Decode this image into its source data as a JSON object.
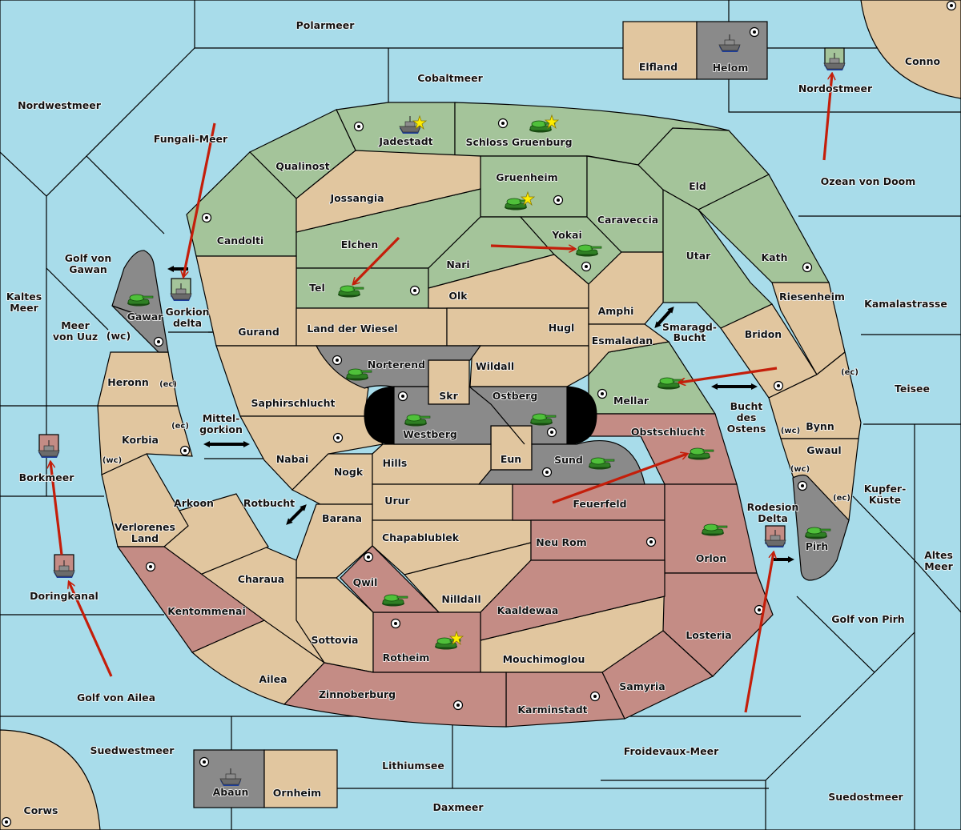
{
  "game": "Diplomacy-style map (Gorkion)",
  "colors": {
    "sea": "#a8dcea",
    "neutral": "#e1c69f",
    "green_power": "#a4c49a",
    "red_power": "#c48c85",
    "grey_power": "#8a8a8a",
    "order_arrow": "#c41e0a",
    "supply_center_star": "#ffee00"
  },
  "sea_regions": [
    "Polarmeer",
    "Cobaltmeer",
    "Nordwestmeer",
    "Fungali-Meer",
    "Nordostmeer",
    "Ozean von Doom",
    "Golf von Gawan",
    "Kaltes Meer",
    "Meer von Uuz",
    "Gorkion delta",
    "Mittel-gorkion",
    "Rotbucht",
    "Borkmeer",
    "Doringkanal",
    "Golf von Ailea",
    "Suedwestmeer",
    "Lithiumsee",
    "Daxmeer",
    "Froidevaux-Meer",
    "Suedostmeer",
    "Golf von Pirh",
    "Altes Meer",
    "Kupfer-Küste",
    "Teisee",
    "Kamalastrasse",
    "Smaragd-Bucht",
    "Bucht des Ostens",
    "Rodesion Delta"
  ],
  "land_regions": {
    "green": [
      "Jadestadt",
      "Schloss Gruenburg",
      "Gruenheim",
      "Qualinost",
      "Candolti",
      "Elchen",
      "Tel",
      "Nari",
      "Yokai",
      "Caraveccia",
      "Eld",
      "Utar",
      "Kath",
      "Mellar"
    ],
    "red": [
      "Obstschlucht",
      "Feuerfeld",
      "Neu Rom",
      "Orlon",
      "Losteria",
      "Samyria",
      "Karminstadt",
      "Kaaldewaa",
      "Rotheim",
      "Qwil",
      "Zinnoberburg",
      "Kentommenai"
    ],
    "grey": [
      "Gawar",
      "Norterend",
      "Westberg",
      "Ostberg",
      "Sund",
      "Pirh",
      "Helom",
      "Abaun"
    ],
    "neutral": [
      "Elfland",
      "Conno",
      "Corws",
      "Ornheim",
      "Jossangia",
      "Gurand",
      "Land der Wiesel",
      "Olk",
      "Hugl",
      "Amphi",
      "Esmaladan",
      "Riesenheim",
      "Bridon",
      "Bynn",
      "Gwaul",
      "Wildall",
      "Skr",
      "Eun",
      "Saphirschlucht",
      "Nabai",
      "Nogk",
      "Hills",
      "Urur",
      "Barana",
      "Chapablublek",
      "Nilldall",
      "Mouchimoglou",
      "Sottovia",
      "Charaua",
      "Ailea",
      "Arkoon",
      "Verlorenes Land",
      "Korbia",
      "Heronn"
    ]
  },
  "coast_labels": {
    "wc": "(wc)",
    "ec": "(ec)"
  },
  "labels": {
    "polarmeer": "Polarmeer",
    "cobaltmeer": "Cobaltmeer",
    "nordwestmeer": "Nordwestmeer",
    "fungali": "Fungali-Meer",
    "nordostmeer": "Nordostmeer",
    "ozean": "Ozean von Doom",
    "elfland": "Elfland",
    "helom": "Helom",
    "conno": "Conno",
    "jadestadt": "Jadestadt",
    "schloss": "Schloss Gruenburg",
    "gruenheim": "Gruenheim",
    "qualinost": "Qualinost",
    "jossangia": "Jossangia",
    "candolti": "Candolti",
    "elchen": "Elchen",
    "tel": "Tel",
    "nari": "Nari",
    "yokai": "Yokai",
    "caraveccia": "Caraveccia",
    "eld": "Eld",
    "utar": "Utar",
    "kath": "Kath",
    "olk": "Olk",
    "golf_gawan_1": "Golf von",
    "golf_gawan_2": "Gawan",
    "kaltes_1": "Kaltes",
    "kaltes_2": "Meer",
    "uuz_1": "Meer",
    "uuz_2": "von Uuz",
    "gawar": "Gawar",
    "gorkion_1": "Gorkion",
    "gorkion_2": "delta",
    "gurand": "Gurand",
    "land_wiesel": "Land der Wiesel",
    "hugl": "Hugl",
    "amphi": "Amphi",
    "esmaladan": "Esmaladan",
    "riesenheim": "Riesenheim",
    "kamalastrasse": "Kamalastrasse",
    "smaragd_1": "Smaragd-",
    "smaragd_2": "Bucht",
    "bridon": "Bridon",
    "heronn": "Heronn",
    "norterend": "Norterend",
    "wildall": "Wildall",
    "skr": "Skr",
    "ostberg": "Ostberg",
    "westberg": "Westberg",
    "mellar": "Mellar",
    "saphirschlucht": "Saphirschlucht",
    "mittel_1": "Mittel-",
    "mittel_2": "gorkion",
    "korbia": "Korbia",
    "nabai": "Nabai",
    "hills": "Hills",
    "eun": "Eun",
    "sund": "Sund",
    "obstschlucht": "Obstschlucht",
    "bucht_1": "Bucht",
    "bucht_2": "des",
    "bucht_3": "Ostens",
    "bynn": "Bynn",
    "gwaul": "Gwaul",
    "teisee": "Teisee",
    "nogk": "Nogk",
    "borkmeer": "Borkmeer",
    "arkoon": "Arkoon",
    "rotbucht": "Rotbucht",
    "urur": "Urur",
    "feuerfeld": "Feuerfeld",
    "rodesion_1": "Rodesion",
    "rodesion_2": "Delta",
    "kupfer_1": "Kupfer-",
    "kupfer_2": "Küste",
    "verlorenes_1": "Verlorenes",
    "verlorenes_2": "Land",
    "barana": "Barana",
    "chapablublek": "Chapablublek",
    "neu_rom": "Neu Rom",
    "orlon": "Orlon",
    "pirh": "Pirh",
    "altes_1": "Altes",
    "altes_2": "Meer",
    "doringkanal": "Doringkanal",
    "charaua": "Charaua",
    "qwil": "Qwil",
    "nilldall": "Nilldall",
    "kentommenai": "Kentommenai",
    "kaaldewaa": "Kaaldewaa",
    "golf_pirh": "Golf von Pirh",
    "sottovia": "Sottovia",
    "losteria": "Losteria",
    "rotheim": "Rotheim",
    "mouchimoglou": "Mouchimoglou",
    "ailea": "Ailea",
    "samyria": "Samyria",
    "golf_ailea": "Golf von Ailea",
    "zinnoberburg": "Zinnoberburg",
    "karminstadt": "Karminstadt",
    "suedwestmeer": "Suedwestmeer",
    "froidevaux": "Froidevaux-Meer",
    "lithiumsee": "Lithiumsee",
    "abaun": "Abaun",
    "ornheim": "Ornheim",
    "suedostmeer": "Suedostmeer",
    "daxmeer": "Daxmeer",
    "corws": "Corws"
  },
  "units": [
    {
      "type": "fleet",
      "power": "green",
      "location": "Jadestadt",
      "capital": true
    },
    {
      "type": "army",
      "power": "green",
      "location": "Schloss Gruenburg",
      "capital": true
    },
    {
      "type": "army",
      "power": "green",
      "location": "Gruenheim",
      "capital": true
    },
    {
      "type": "army",
      "power": "green",
      "location": "Yokai"
    },
    {
      "type": "army",
      "power": "green",
      "location": "Tel"
    },
    {
      "type": "army",
      "power": "green",
      "location": "Gawar"
    },
    {
      "type": "fleet",
      "power": "green",
      "location": "Gorkion delta"
    },
    {
      "type": "fleet",
      "power": "green",
      "location": "Nordostmeer"
    },
    {
      "type": "army",
      "power": "green",
      "location": "Mellar"
    },
    {
      "type": "army",
      "power": "green",
      "location": "Norterend"
    },
    {
      "type": "army",
      "power": "green",
      "location": "Westberg"
    },
    {
      "type": "army",
      "power": "green",
      "location": "Ostberg"
    },
    {
      "type": "army",
      "power": "green",
      "location": "Sund"
    },
    {
      "type": "army",
      "power": "green",
      "location": "Obstschlucht"
    },
    {
      "type": "army",
      "power": "green",
      "location": "Orlon"
    },
    {
      "type": "army",
      "power": "green",
      "location": "Pirh"
    },
    {
      "type": "army",
      "power": "green",
      "location": "Qwil"
    },
    {
      "type": "army",
      "power": "green",
      "location": "Rotheim",
      "capital": true
    },
    {
      "type": "fleet",
      "power": "red",
      "location": "Rodesion Delta"
    },
    {
      "type": "fleet",
      "power": "red",
      "location": "Borkmeer"
    },
    {
      "type": "fleet",
      "power": "red",
      "location": "Doringkanal"
    },
    {
      "type": "fleet",
      "power": "grey",
      "location": "Helom"
    },
    {
      "type": "fleet",
      "power": "grey",
      "location": "Abaun"
    }
  ],
  "orders": [
    {
      "from": "Fungali-Meer",
      "to": "Gorkion delta"
    },
    {
      "from": "Ozean von Doom",
      "to": "Nordostmeer"
    },
    {
      "from": "Elchen",
      "to": "Tel"
    },
    {
      "from": "Nari",
      "to": "Yokai"
    },
    {
      "from": "Bridon",
      "to": "Mellar"
    },
    {
      "from": "Feuerfeld",
      "to": "Obstschlucht"
    },
    {
      "from": "Doringkanal",
      "to": "Borkmeer"
    },
    {
      "from": "Golf von Ailea",
      "to": "Doringkanal"
    },
    {
      "from": "Froidevaux-Meer",
      "to": "Rodesion Delta"
    }
  ],
  "canals": [
    "Gorkion delta ↔ Golf von Gawan",
    "Mittel-gorkion",
    "Rotbucht",
    "Smaragd-Bucht",
    "Bucht des Ostens",
    "Rodesion Delta ↔ Pirh"
  ]
}
